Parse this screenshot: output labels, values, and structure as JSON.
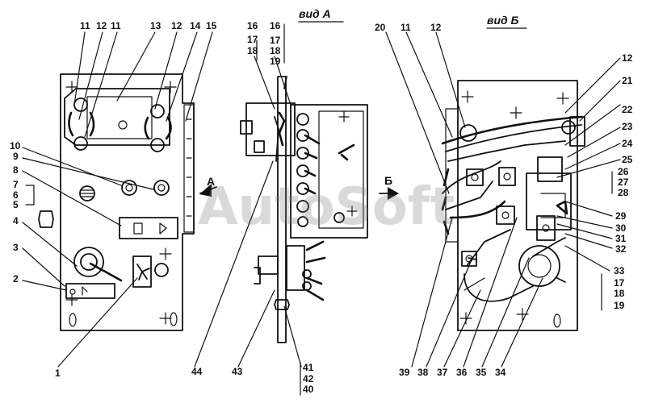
{
  "view_a_title": "вид А",
  "view_b_title": "вид Б",
  "arrow_a": "А",
  "arrow_b": "Б",
  "watermark": "AutoSoft",
  "labels": {
    "l_11a": "11",
    "l_12a": "12",
    "l_11b": "11",
    "l_13": "13",
    "l_12b": "12",
    "l_14": "14",
    "l_15": "15",
    "l_10": "10",
    "l_9": "9",
    "l_8": "8",
    "l_7": "7",
    "l_6": "6",
    "l_5": "5",
    "l_4": "4",
    "l_3": "3",
    "l_2": "2",
    "l_1": "1",
    "l_16a": "16",
    "l_17a": "17",
    "l_18a": "18",
    "l_16b": "16",
    "l_17b": "17",
    "l_18b": "18",
    "l_19a": "19",
    "l_44": "44",
    "l_43": "43",
    "l_41": "41",
    "l_42": "42",
    "l_40": "40",
    "l_20": "20",
    "l_11c": "11",
    "l_12c": "12",
    "l_12d": "12",
    "l_21": "21",
    "l_22": "22",
    "l_23": "23",
    "l_24": "24",
    "l_25": "25",
    "l_26": "26",
    "l_27": "27",
    "l_28": "28",
    "l_29": "29",
    "l_30": "30",
    "l_31": "31",
    "l_32": "32",
    "l_33": "33",
    "l_17c": "17",
    "l_18c": "18",
    "l_19b": "19",
    "l_39": "39",
    "l_38": "38",
    "l_37": "37",
    "l_36": "36",
    "l_35": "35",
    "l_34": "34"
  }
}
